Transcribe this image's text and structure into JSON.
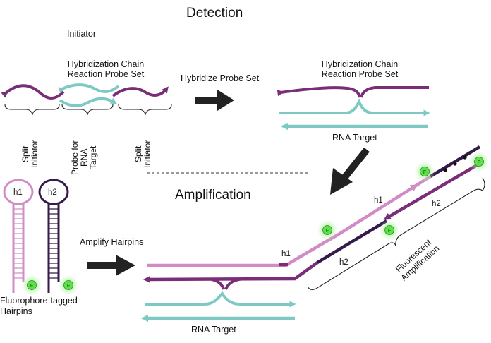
{
  "titles": {
    "detection": "Detection",
    "amplification": "Amplification"
  },
  "left_panel": {
    "initiator": "Initiator",
    "probe_set_line1": "Hybridization Chain",
    "probe_set_line2": "Reaction Probe Set",
    "split_initiator_a": "Split\nInitiator",
    "probe_for_rna_target": "Probe for\nRNA\nTarget",
    "split_initiator_b": "Split\nInitiator"
  },
  "steps": {
    "hybridize": "Hybridize Probe Set",
    "amplify": "Amplify Hairpins"
  },
  "right_panel": {
    "probe_set_line1": "Hybridization Chain",
    "probe_set_line2": "Reaction Probe Set",
    "rna_target": "RNA Target"
  },
  "hairpins": {
    "h1": "h1",
    "h2": "h2",
    "fluor_glyph": "F",
    "caption_line1": "Fluorophore-tagged",
    "caption_line2": "Hairpins"
  },
  "amplification": {
    "label_h1_a": "h1",
    "label_h2_a": "h2",
    "label_h1_b": "h1",
    "label_h2_b": "h2",
    "rna_target": "RNA Target",
    "fluorescent_line1": "Fluorescent",
    "fluorescent_line2": "Amplification"
  },
  "colors": {
    "purple": "#7a2e78",
    "light_purple": "#d18cc6",
    "dark_purple": "#351b4a",
    "teal": "#7ec9c3",
    "arrow": "#222222",
    "fluor_green": "#5ee04a"
  }
}
